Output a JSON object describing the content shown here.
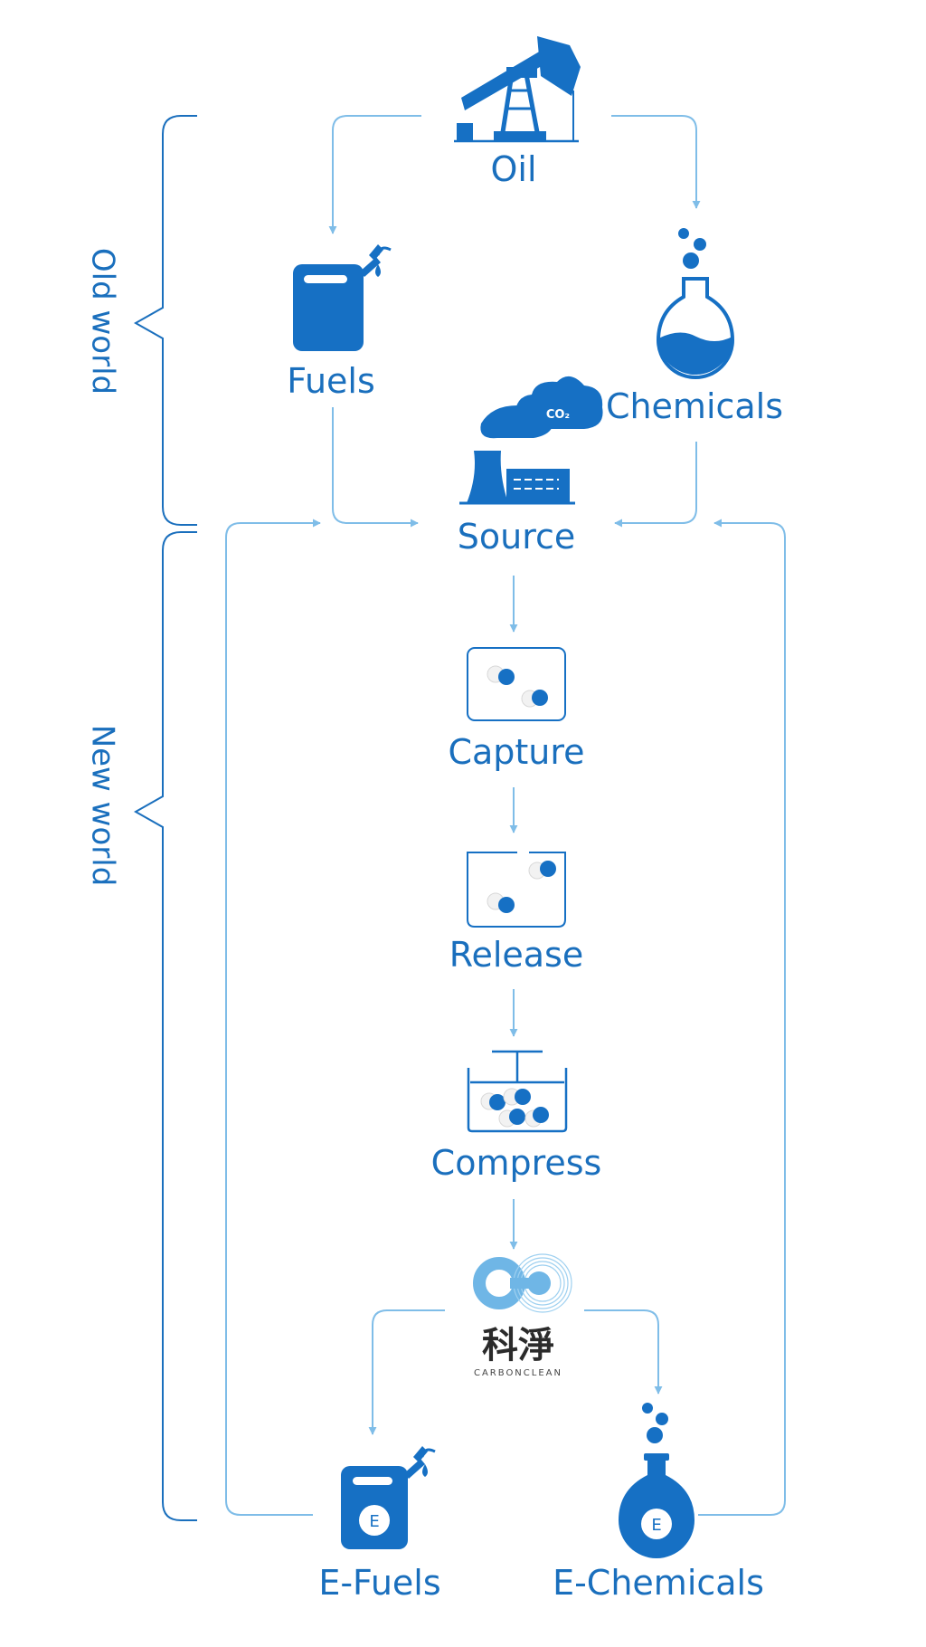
{
  "colors": {
    "primary": "#1670c4",
    "label": "#1a6fbd",
    "arrow": "#7fbde8",
    "logo_light": "#6fb6e6",
    "background": "#ffffff"
  },
  "groups": {
    "old_world": "Old world",
    "new_world": "New world"
  },
  "nodes": {
    "oil": {
      "label": "Oil",
      "icon": "oil-pump-icon"
    },
    "fuels": {
      "label": "Fuels",
      "icon": "fuel-jerrycan-icon"
    },
    "chemicals": {
      "label": "Chemicals",
      "icon": "chemistry-flask-icon"
    },
    "source": {
      "label": "Source",
      "icon": "power-plant-icon",
      "badge": "CO₂"
    },
    "capture": {
      "label": "Capture",
      "icon": "capture-molecules-icon"
    },
    "release": {
      "label": "Release",
      "icon": "release-molecules-icon"
    },
    "compress": {
      "label": "Compress",
      "icon": "compress-piston-icon"
    },
    "e_fuels": {
      "label": "E-Fuels",
      "icon": "e-fuel-jerrycan-icon",
      "badge": "E"
    },
    "e_chemicals": {
      "label": "E-Chemicals",
      "icon": "e-chemistry-flask-icon",
      "badge": "E"
    }
  },
  "logo": {
    "chinese": "科淨",
    "wordmark": "CARBONCLEAN"
  }
}
